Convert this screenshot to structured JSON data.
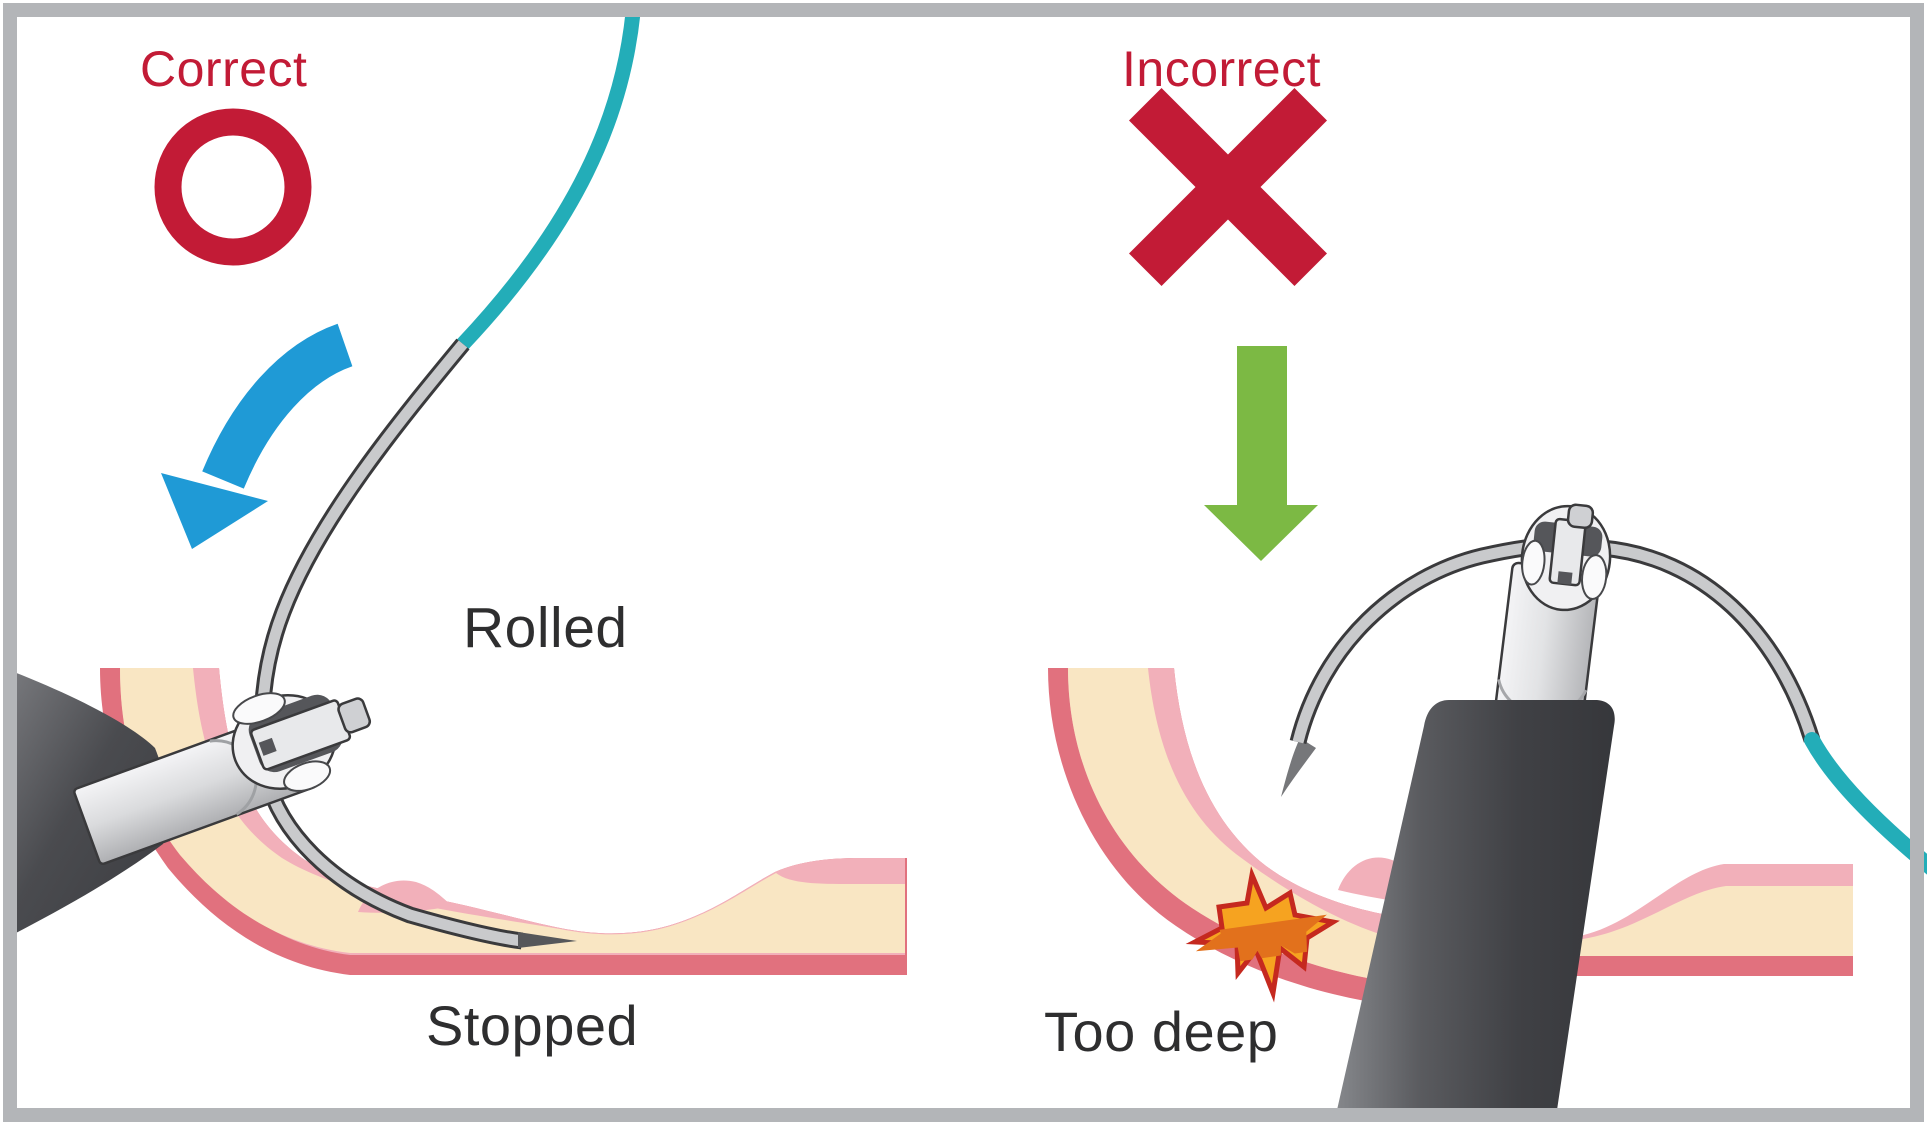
{
  "figure": {
    "left_panel": {
      "title": "Correct",
      "mark": "circle",
      "label_rolled": "Rolled",
      "label_stopped": "Stopped"
    },
    "right_panel": {
      "title": "Incorrect",
      "mark": "cross",
      "label_too_deep": "Too deep"
    }
  },
  "colors": {
    "accent_red": "#c21b36",
    "arrow_blue": "#1f9ad6",
    "arrow_green": "#7cb944",
    "thread_teal": "#23adb8",
    "tissue_outer": "#e1717e",
    "tissue_inner_lining": "#f2b0ba",
    "tissue_core": "#f9e6c3",
    "needle_gray": "#c9cacc",
    "needle_outline": "#3a3a3c",
    "instrument_light": "#e9eaec",
    "instrument_dark": "#515257",
    "burst_orange": "#f6a320",
    "burst_dark_orange": "#e2711c",
    "burst_outline": "#c5291f",
    "label_text": "#2e2e2f",
    "frame_gray": "#b3b5b8"
  }
}
